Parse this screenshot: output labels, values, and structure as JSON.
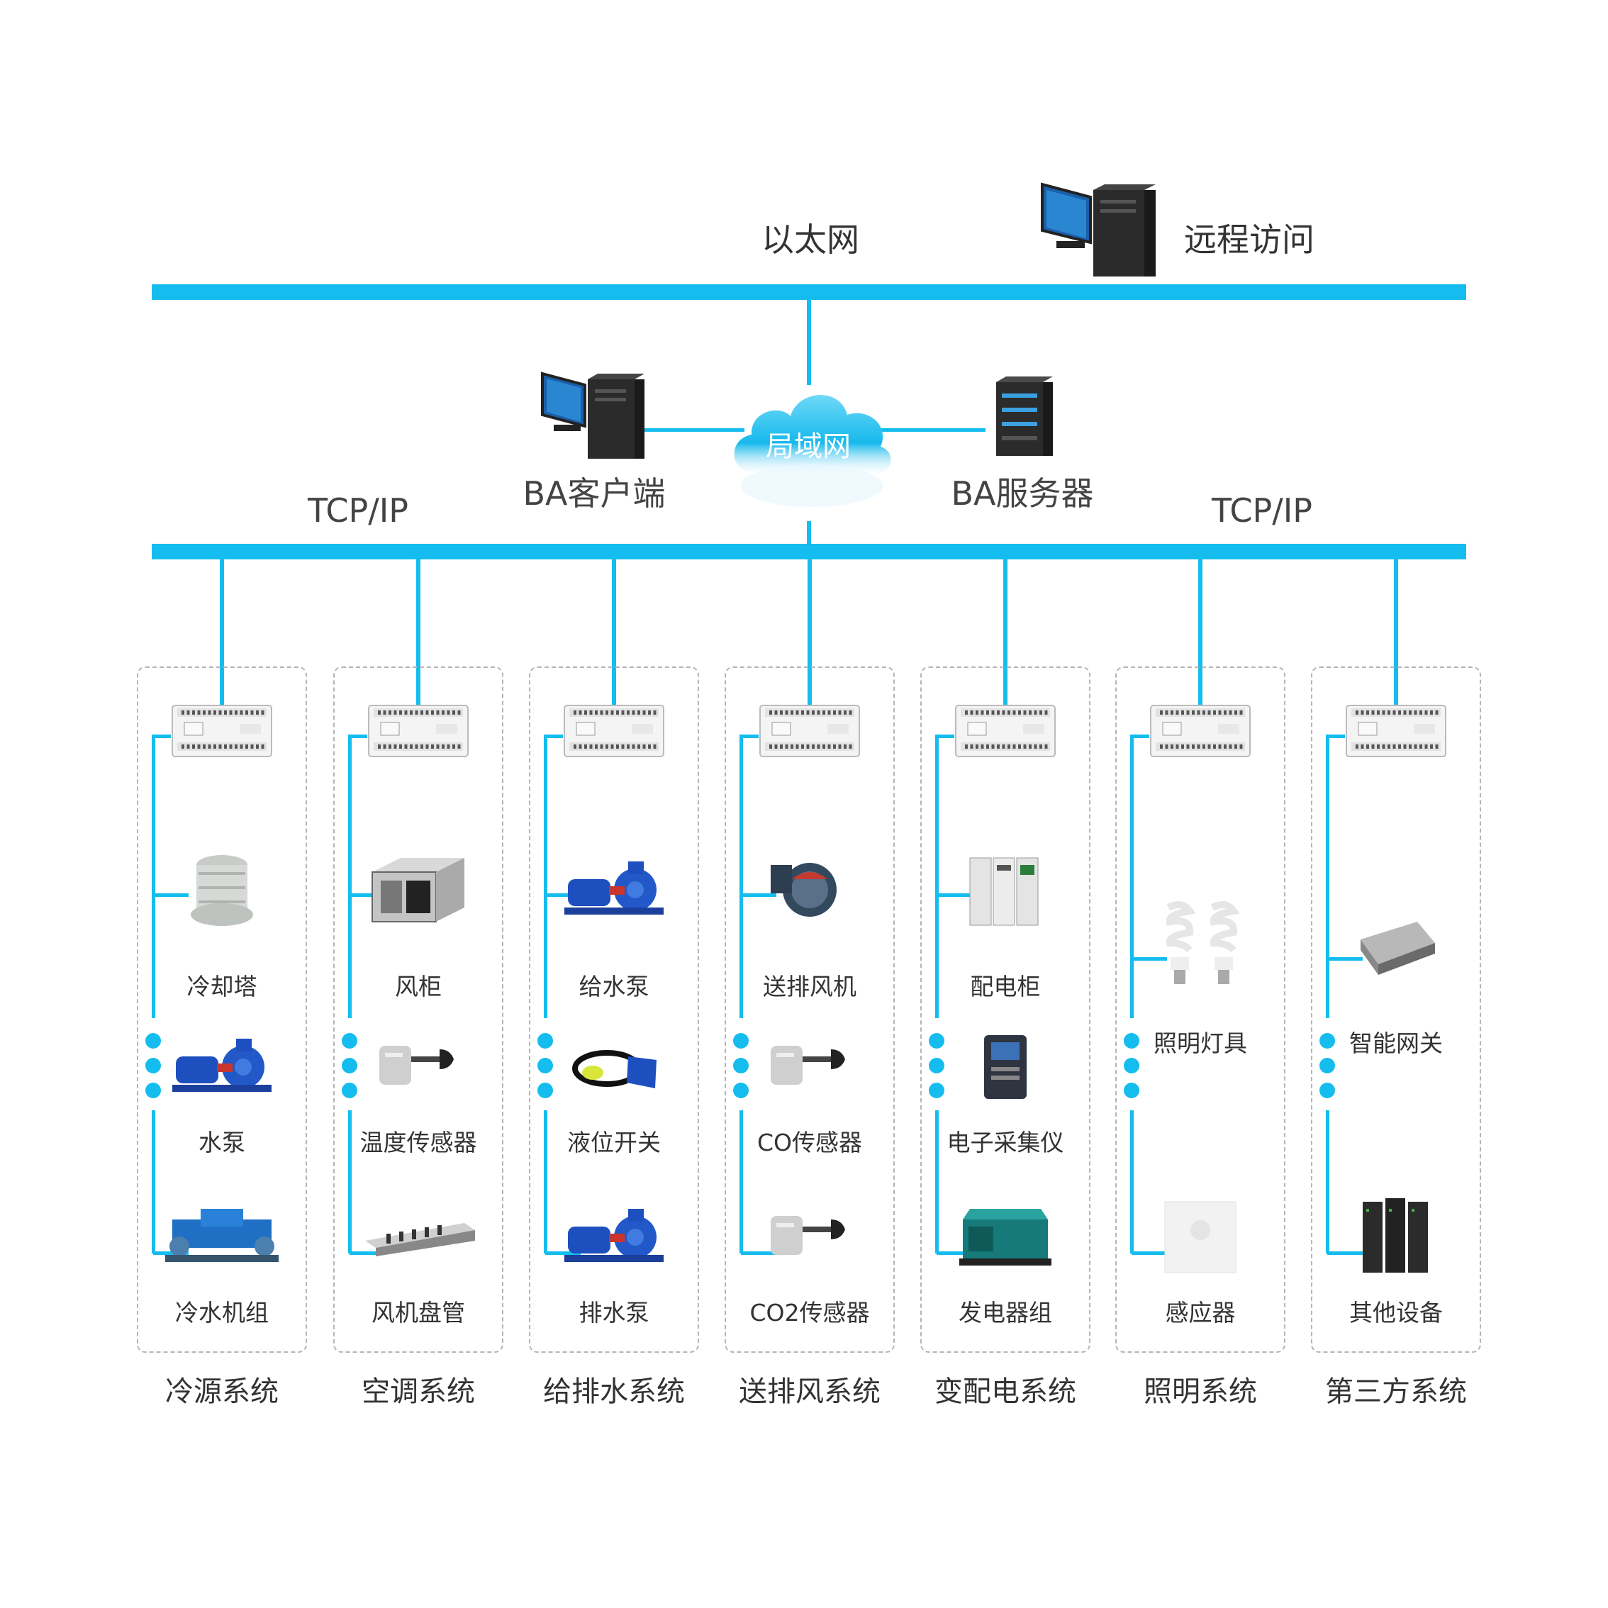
{
  "top": {
    "ethernet_label": "以太网",
    "remote_label": "远程访问"
  },
  "lan": {
    "cloud_label": "局域网",
    "client_label": "BA客户端",
    "server_label": "BA服务器",
    "tcp_left": "TCP/IP",
    "tcp_right": "TCP/IP"
  },
  "colors": {
    "bus": "#15bdee",
    "dashed_border": "#b5b5b5",
    "text": "#333333"
  },
  "systems": [
    {
      "name": "冷源系统",
      "devices": [
        "冷却塔",
        "水泵",
        "冷水机组"
      ]
    },
    {
      "name": "空调系统",
      "devices": [
        "风柜",
        "温度传感器",
        "风机盘管"
      ]
    },
    {
      "name": "给排水系统",
      "devices": [
        "给水泵",
        "液位开关",
        "排水泵"
      ]
    },
    {
      "name": "送排风系统",
      "devices": [
        "送排风机",
        "CO传感器",
        "CO2传感器"
      ]
    },
    {
      "name": "变配电系统",
      "devices": [
        "配电柜",
        "电子采集仪",
        "发电器组"
      ]
    },
    {
      "name": "照明系统",
      "devices": [
        "照明灯具",
        "感应器"
      ]
    },
    {
      "name": "第三方系统",
      "devices": [
        "智能网关",
        "其他设备"
      ]
    }
  ]
}
